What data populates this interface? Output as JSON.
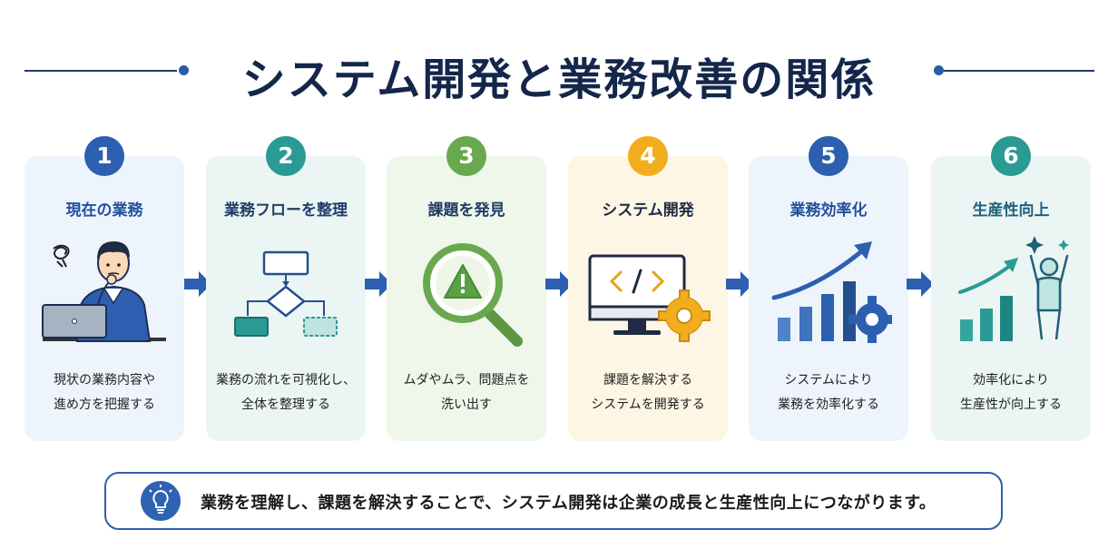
{
  "title": "システム開発と業務改善の関係",
  "steps": [
    {
      "number": "1",
      "title": "現在の業務",
      "desc": [
        "現状の業務内容や",
        "進め方を把握する"
      ],
      "color": "#2d5fb0",
      "title_color": "#23509e",
      "bg": "#eef4fb"
    },
    {
      "number": "2",
      "title": "業務フローを整理",
      "desc": [
        "業務の流れを可視化し、",
        "全体を整理する"
      ],
      "color": "#2a9a94",
      "title_color": "#1f3d66",
      "bg": "#ebf5f4"
    },
    {
      "number": "3",
      "title": "課題を発見",
      "desc": [
        "ムダやムラ、問題点を",
        "洗い出す"
      ],
      "color": "#6aa84f",
      "title_color": "#1f3d66",
      "bg": "#eff6ea"
    },
    {
      "number": "4",
      "title": "システム開発",
      "desc": [
        "課題を解決する",
        "システムを開発する"
      ],
      "color": "#f2ad1f",
      "title_color": "#1f2a44",
      "bg": "#fdf6e4"
    },
    {
      "number": "5",
      "title": "業務効率化",
      "desc": [
        "システムにより",
        "業務を効率化する"
      ],
      "color": "#2d5fb0",
      "title_color": "#23509e",
      "bg": "#eef4fb"
    },
    {
      "number": "6",
      "title": "生産性向上",
      "desc": [
        "効率化により",
        "生産性が向上する"
      ],
      "color": "#2a9a94",
      "title_color": "#1f5f7a",
      "bg": "#ebf5f4"
    }
  ],
  "summary": "業務を理解し、課題を解決することで、システム開発は企業の成長と生産性向上につながります。",
  "icons": {
    "arrow": "right-arrow-icon",
    "bulb": "lightbulb-icon"
  }
}
